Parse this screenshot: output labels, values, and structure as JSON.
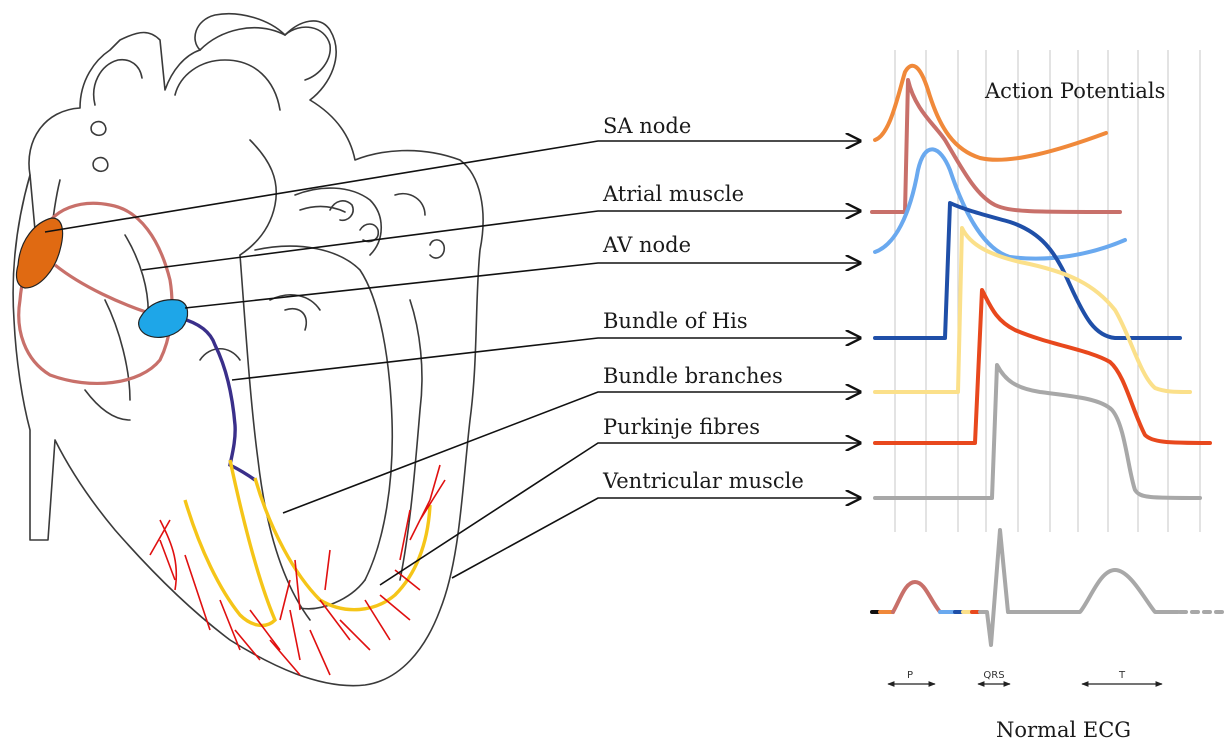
{
  "labels": {
    "sa_node": "SA node",
    "atrial_muscle": "Atrial muscle",
    "av_node": "AV node",
    "bundle_of_his": "Bundle of His",
    "bundle_branches": "Bundle branches",
    "purkinje_fibres": "Purkinje fibres",
    "ventricular_muscle": "Ventricular muscle"
  },
  "action_potentials_title": "Action Potentials",
  "ecg_title": "Normal ECG",
  "ecg_intervals": {
    "p": "P",
    "qrs": "QRS",
    "t": "T"
  },
  "colors": {
    "sa_node": "#f0893a",
    "atrial_muscle": "#c8706a",
    "av_node": "#6aa9ef",
    "bundle_of_his": "#1f4fa8",
    "bundle_branches": "#fbe08a",
    "purkinje_fibres": "#e8481d",
    "ventricular_muscle": "#a8a8a8",
    "sa_node_blob": "#e06a12",
    "av_node_blob": "#1ea6e8",
    "his_pathway": "#3a2f8a",
    "branch_pathway": "#f5c518",
    "purkinje_network": "#e01010",
    "atrial_pathway": "#c8706a"
  }
}
